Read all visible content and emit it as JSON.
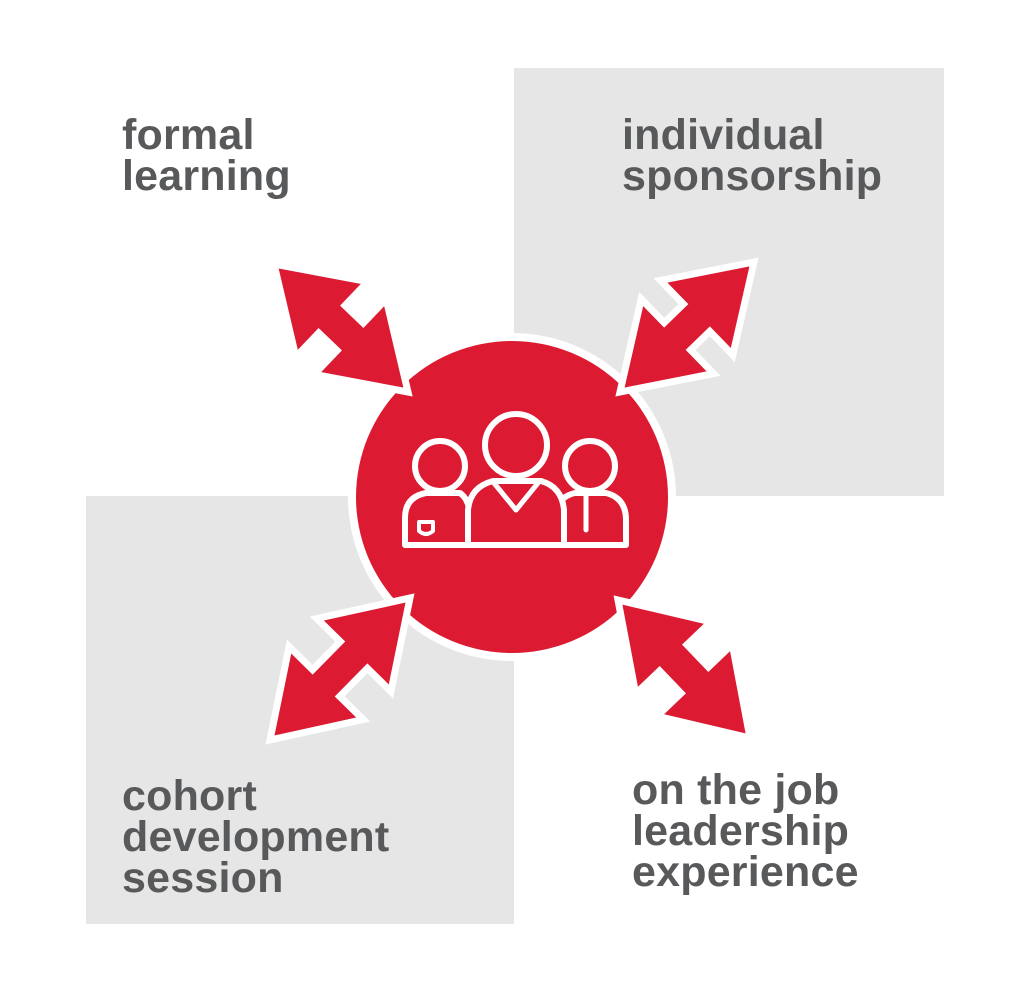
{
  "diagram": {
    "accent_color": "#dc1a32",
    "panel_color": "#e6e6e6",
    "text_color": "#58595b",
    "center_icon": "group-of-people-icon",
    "arrow_icon": "double-headed-arrow-icon",
    "nodes": [
      {
        "id": "formal",
        "lines": [
          "formal",
          "learning"
        ]
      },
      {
        "id": "sponsor",
        "lines": [
          "individual",
          "sponsorship"
        ]
      },
      {
        "id": "cohort",
        "lines": [
          "cohort",
          "development",
          "session"
        ]
      },
      {
        "id": "job",
        "lines": [
          "on the job",
          "leadership",
          "experience"
        ]
      }
    ]
  }
}
